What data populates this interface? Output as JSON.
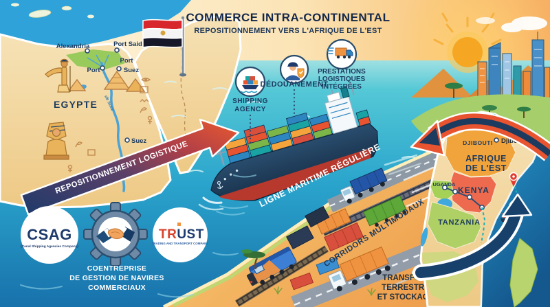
{
  "title": {
    "line1": "COMMERCE INTRA-CONTINENTAL",
    "line2": "REPOSITIONNEMENT VERS L'AFRIQUE DE L'EST"
  },
  "egypt_map": {
    "country_label": "EGYPTE",
    "canal_label": "de Suez",
    "alexandria": "Alexandria",
    "port_said": "Port Said",
    "port_upper": "Port",
    "suez_upper": "Suez",
    "port_west": "Port",
    "suez_south": "Suez"
  },
  "services": {
    "agency_line1": "SHIPPING",
    "agency_line2": "AGENCY",
    "customs_label": "DÉDOUANEMENT",
    "logistics_line1": "PRESTATIONS",
    "logistics_line2": "LOGISTIQUES",
    "logistics_line3": "INTÉGRÉES"
  },
  "banners": {
    "repositioning": "REPOSITIONNEMENT LOGISTIQUE",
    "maritime_line": "LIGNE MARITIME RÉGULIÈRE",
    "corridors": "CORRIDORS MULTIMODAUX",
    "land_line1": "TRANSPORT",
    "land_line2": "TERRESTRE",
    "land_line3": "ET STOCKAGE"
  },
  "east_africa_map": {
    "djibouti_country": "DJIBOUTI",
    "djibouti_city": "Djibouti",
    "region_line1": "AFRIQUE",
    "region_line2": "DE L'EST",
    "uganda": "UGANDA",
    "kenya": "KENYA",
    "tanzania": "TANZANIA"
  },
  "partnership": {
    "csag_name": "CSAG",
    "csag_subtitle": "(Canal Shipping Agencies Company)",
    "trust_prefix": "TR",
    "trust_suffix": "UST",
    "trust_subtitle": "TRADING AND TRANSPORT COMPANY",
    "caption_line1": "COENTREPRISE",
    "caption_line2": "DE GESTION DE NAVIRES",
    "caption_line3": "COMMERCIAUX"
  },
  "colors": {
    "navy": "#1c3a5f",
    "accent_orange": "#e8542f",
    "sea_teal": "#2aa4cc",
    "sand": "#f3d9a6"
  }
}
